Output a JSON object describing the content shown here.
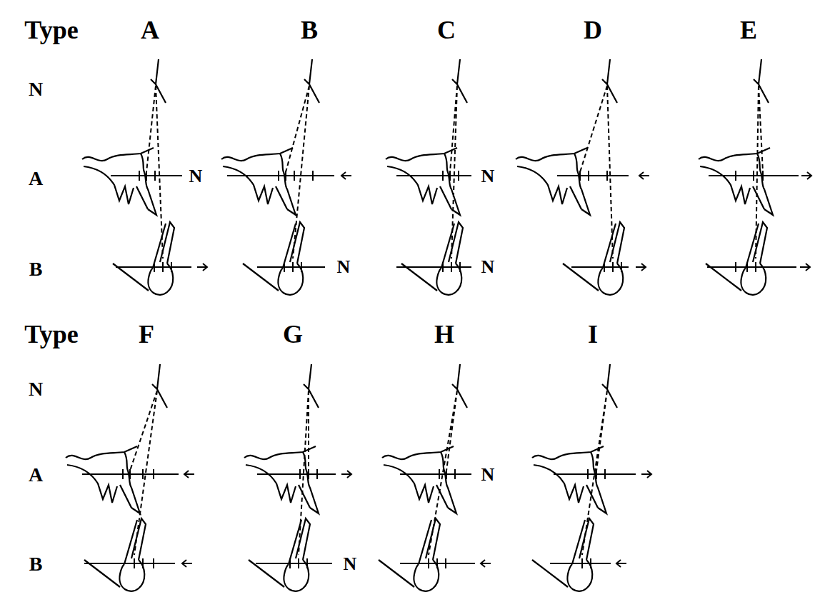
{
  "diagram": {
    "labels": [
      "Type",
      "A",
      "B",
      "C",
      "D",
      "E",
      "N",
      "A",
      "N",
      "N",
      "B",
      "N",
      "N",
      "Type",
      "F",
      "G",
      "H",
      "I",
      "N",
      "A",
      "N",
      "B",
      "N"
    ]
  }
}
